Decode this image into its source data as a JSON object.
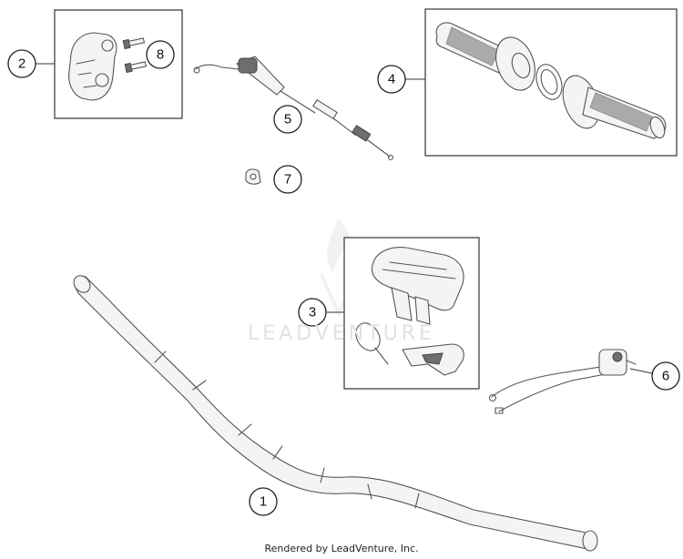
{
  "callouts": [
    {
      "id": "2",
      "label": "2"
    },
    {
      "id": "8",
      "label": "8"
    },
    {
      "id": "5",
      "label": "5"
    },
    {
      "id": "4",
      "label": "4"
    },
    {
      "id": "7",
      "label": "7"
    },
    {
      "id": "3",
      "label": "3"
    },
    {
      "id": "6",
      "label": "6"
    },
    {
      "id": "1",
      "label": "1"
    }
  ],
  "watermark": "LEADVENTURE",
  "credit": "Rendered by LeadVenture, Inc."
}
